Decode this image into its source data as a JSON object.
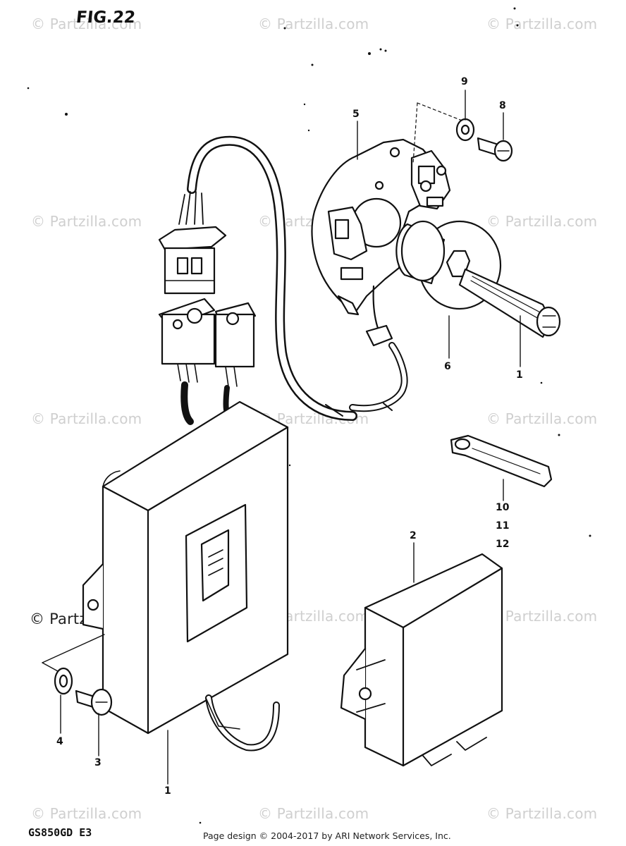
{
  "figure": {
    "title": "FIG.22",
    "model_code": "GS850GD E3",
    "footer_text": "Page design © 2004-2017 by ARI Network Services, Inc."
  },
  "watermark": {
    "text": "© Partzilla.com"
  },
  "callouts": {
    "c1_top": "1",
    "c1_bottom": "1",
    "c2": "2",
    "c3": "3",
    "c4": "4",
    "c5": "5",
    "c6": "6",
    "c8": "8",
    "c9": "9",
    "c10": "10",
    "c11": "11",
    "c12": "12"
  },
  "colors": {
    "ink": "#111111",
    "watermark": "#cfcfcf",
    "background": "#ffffff"
  }
}
